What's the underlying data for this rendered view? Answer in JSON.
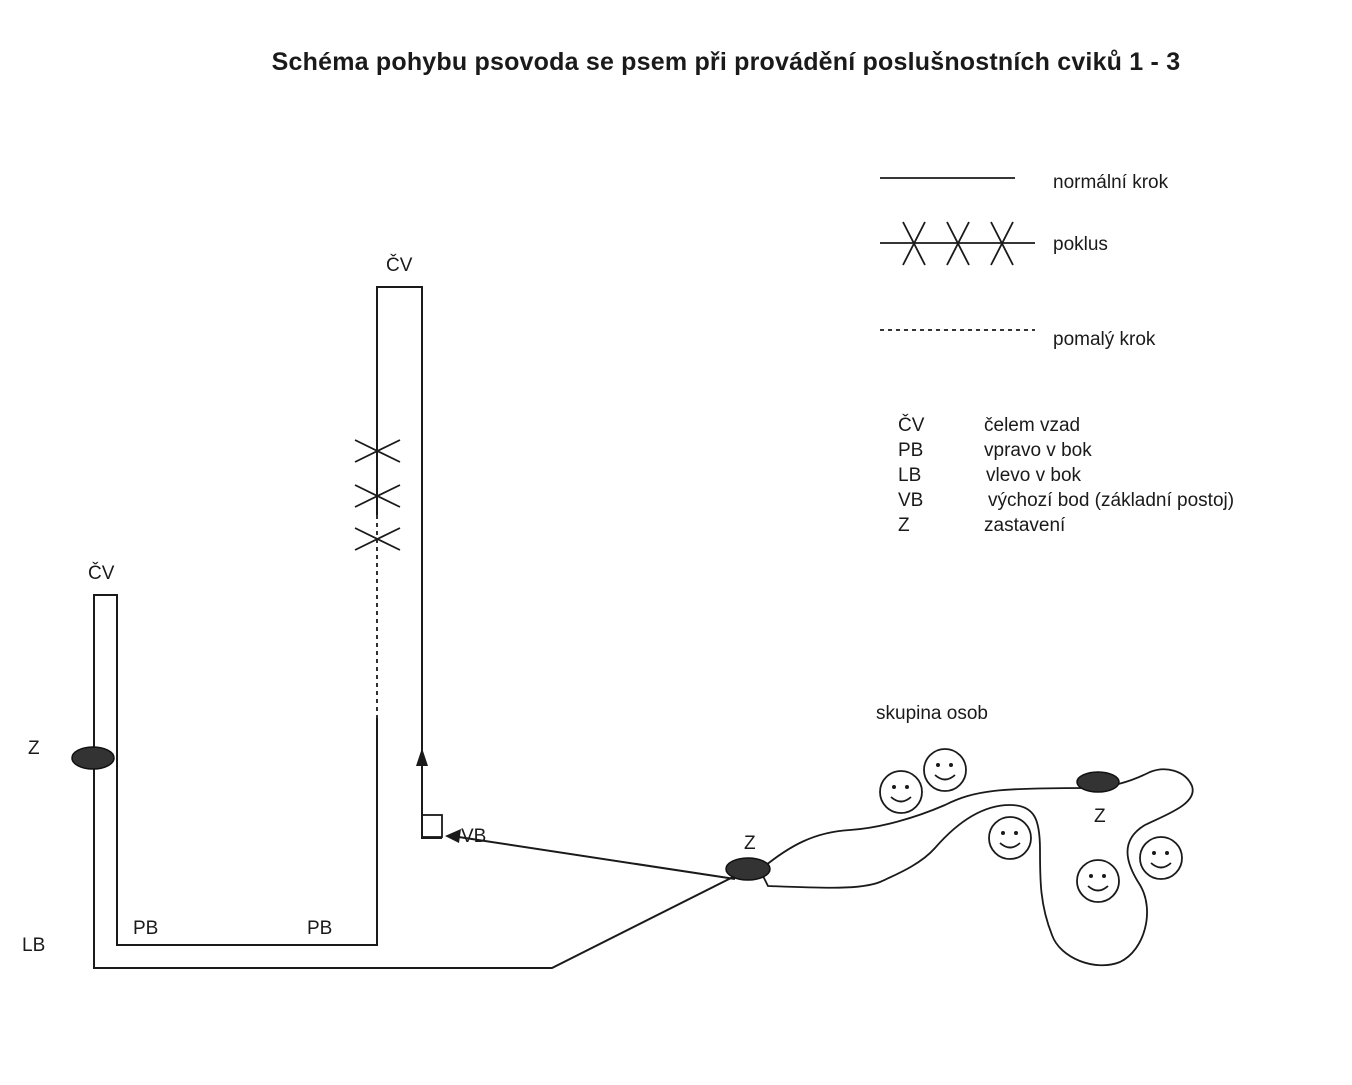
{
  "title": "Schéma pohybu psovoda se psem při provádění poslušnostních cviků 1 - 3",
  "legend": {
    "lines": [
      {
        "label": "normální krok",
        "style": "solid"
      },
      {
        "label": "poklus",
        "style": "crossed"
      },
      {
        "label": "pomalý krok",
        "style": "dashed"
      }
    ],
    "abbreviations": [
      {
        "code": "ČV",
        "meaning": "čelem vzad"
      },
      {
        "code": "PB",
        "meaning": "vpravo v bok"
      },
      {
        "code": "LB",
        "meaning": "vlevo v bok"
      },
      {
        "code": "VB",
        "meaning": "výchozí bod (základní postoj)"
      },
      {
        "code": "Z",
        "meaning": "zastavení"
      }
    ]
  },
  "diagram": {
    "cv_left": "ČV",
    "cv_right": "ČV",
    "z_left": "Z",
    "z_middle": "Z",
    "z_right": "Z",
    "pb_left": "PB",
    "pb_right": "PB",
    "lb": "LB",
    "vb": "VB",
    "group": "skupina osob"
  },
  "colors": {
    "ink": "#1a1a1a",
    "stop_marker": "#333333",
    "background": "#ffffff"
  }
}
